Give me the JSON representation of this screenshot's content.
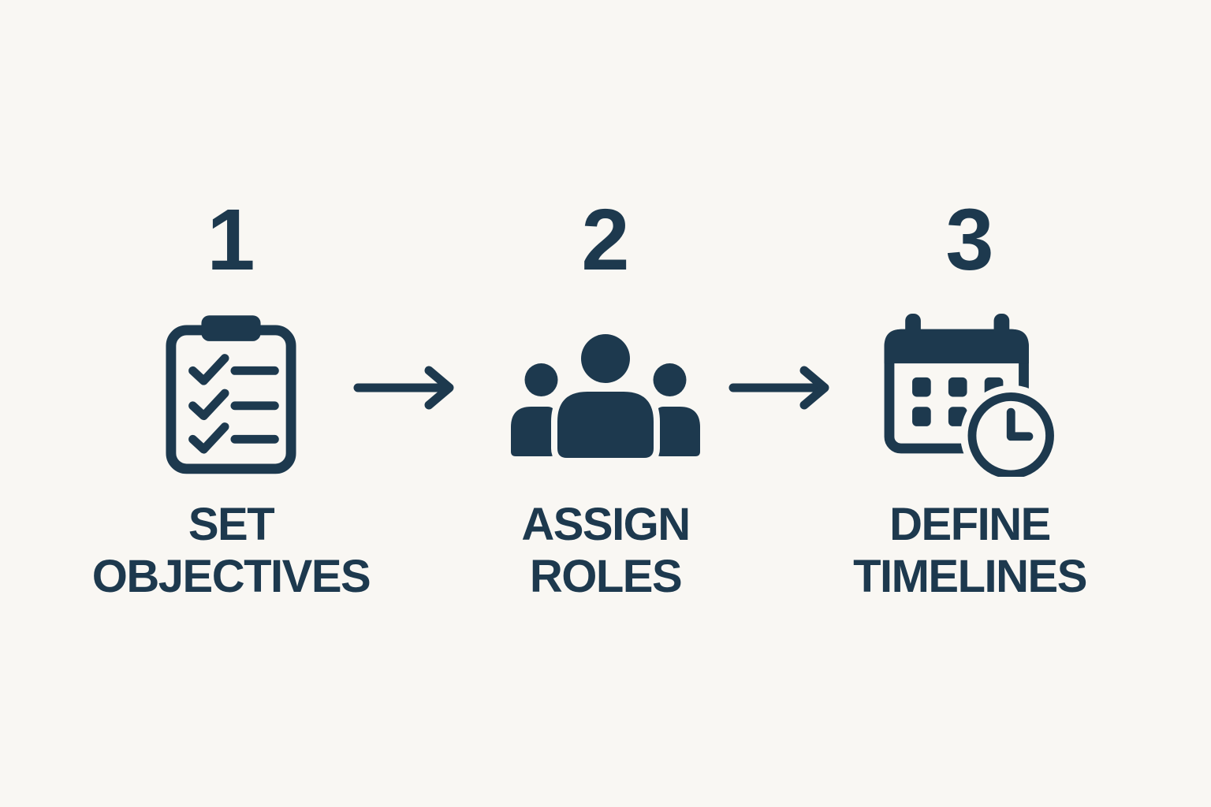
{
  "colors": {
    "accent": "#1d394e",
    "bg": "#f9f7f3"
  },
  "steps": [
    {
      "number": "1",
      "icon": "clipboard-checklist-icon",
      "label_lines": [
        "SET",
        "OBJECTIVES"
      ]
    },
    {
      "number": "2",
      "icon": "people-group-icon",
      "label_lines": [
        "ASSIGN",
        "ROLES"
      ]
    },
    {
      "number": "3",
      "icon": "calendar-clock-icon",
      "label_lines": [
        "DEFINE",
        "TIMELINES"
      ]
    }
  ],
  "arrows": [
    {
      "icon": "arrow-right-icon"
    },
    {
      "icon": "arrow-right-icon"
    }
  ]
}
